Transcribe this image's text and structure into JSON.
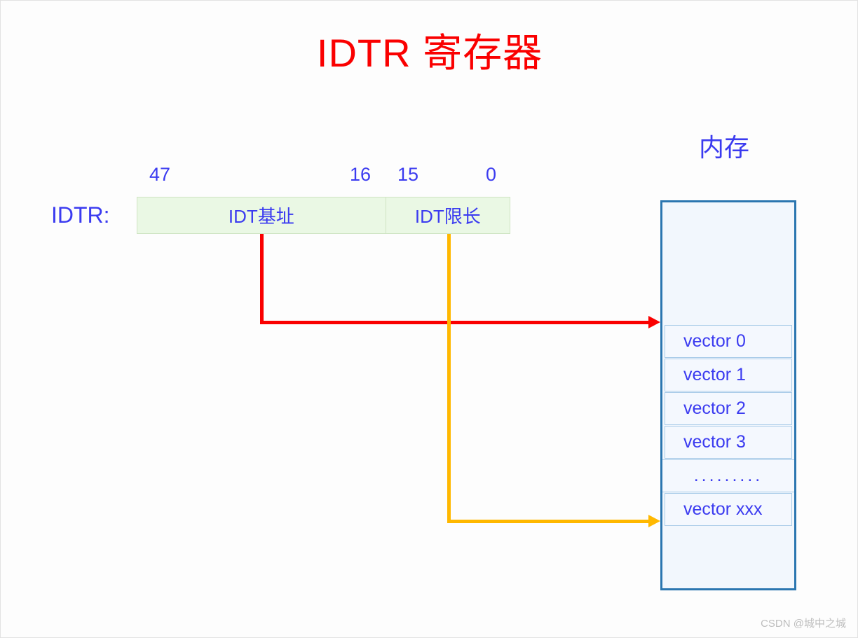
{
  "title": "IDTR 寄存器",
  "colors": {
    "title_red": "#fa0000",
    "label_blue": "#3b3bf0",
    "register_fill": "#eaf8e4",
    "register_border": "#cfe4c3",
    "memory_fill": "#f2f7fd",
    "memory_border": "#2b76b0",
    "base_arrow": "#fa0000",
    "limit_arrow": "#ffb800",
    "background": "#fdfdfd"
  },
  "register": {
    "name_label": "IDTR:",
    "bits": {
      "high_start": "47",
      "high_end": "16",
      "low_start": "15",
      "low_end": "0"
    },
    "fields": [
      {
        "label": "IDT基址",
        "bit_range": "47:16"
      },
      {
        "label": "IDT限长",
        "bit_range": "15:0"
      }
    ]
  },
  "memory": {
    "title": "内存",
    "rows": [
      {
        "label": "vector  0",
        "kind": "entry"
      },
      {
        "label": "vector  1",
        "kind": "entry"
      },
      {
        "label": "vector  2",
        "kind": "entry"
      },
      {
        "label": "vector  3",
        "kind": "entry"
      },
      {
        "label": ".........",
        "kind": "ellipsis"
      },
      {
        "label": "vector xxx",
        "kind": "entry"
      }
    ]
  },
  "connectors": [
    {
      "name": "base-pointer",
      "from": "IDT基址",
      "to": "vector  0",
      "color": "#fa0000"
    },
    {
      "name": "limit-pointer",
      "from": "IDT限长",
      "to": "vector xxx",
      "color": "#ffb800"
    }
  ],
  "watermark": "CSDN @城中之城"
}
